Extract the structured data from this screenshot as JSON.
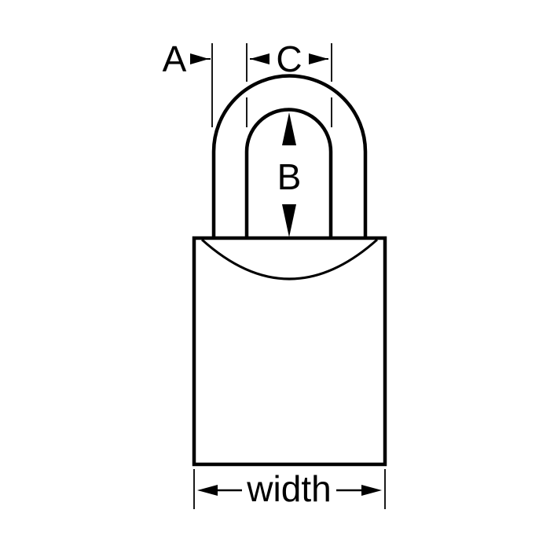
{
  "diagram": {
    "subject": "padlock dimension diagram",
    "stroke_color": "#000000",
    "background": "#ffffff",
    "labels": {
      "a": "A",
      "b": "B",
      "c": "C",
      "width": "width"
    }
  }
}
